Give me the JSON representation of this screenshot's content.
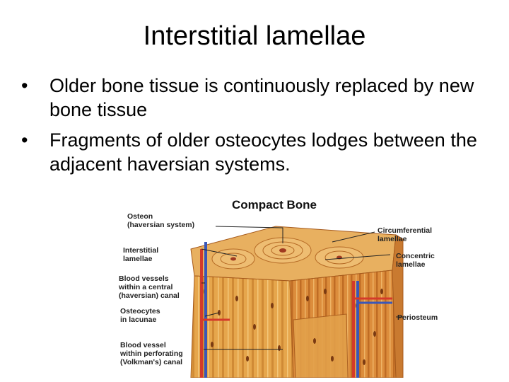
{
  "slide": {
    "title": "Interstitial lamellae",
    "bullets": [
      "Older bone tissue is continuously replaced by new bone tissue",
      "Fragments of older osteocytes lodges between the adjacent haversian systems."
    ],
    "bullet_glyph": "•"
  },
  "figure": {
    "title": "Compact Bone",
    "labels_left": [
      [
        "Osteon",
        "(haversian system)"
      ],
      [
        "Interstitial",
        "lamellae"
      ],
      [
        "Blood vessels",
        "within a central",
        "(haversian) canal"
      ],
      [
        "Osteocytes",
        "in lacunae"
      ],
      [
        "Blood vessel",
        "within perforating",
        "(Volkman's) canal"
      ]
    ],
    "labels_right": [
      [
        "Circumferential",
        "lamellae"
      ],
      [
        "Concentric",
        "lamellae"
      ],
      [
        "Periosteum"
      ]
    ],
    "colors": {
      "bone_light": "#e9b15a",
      "bone_mid": "#d98a35",
      "bone_dark": "#b8651e",
      "artery": "#d43a2a",
      "vein": "#3a57b8"
    }
  }
}
